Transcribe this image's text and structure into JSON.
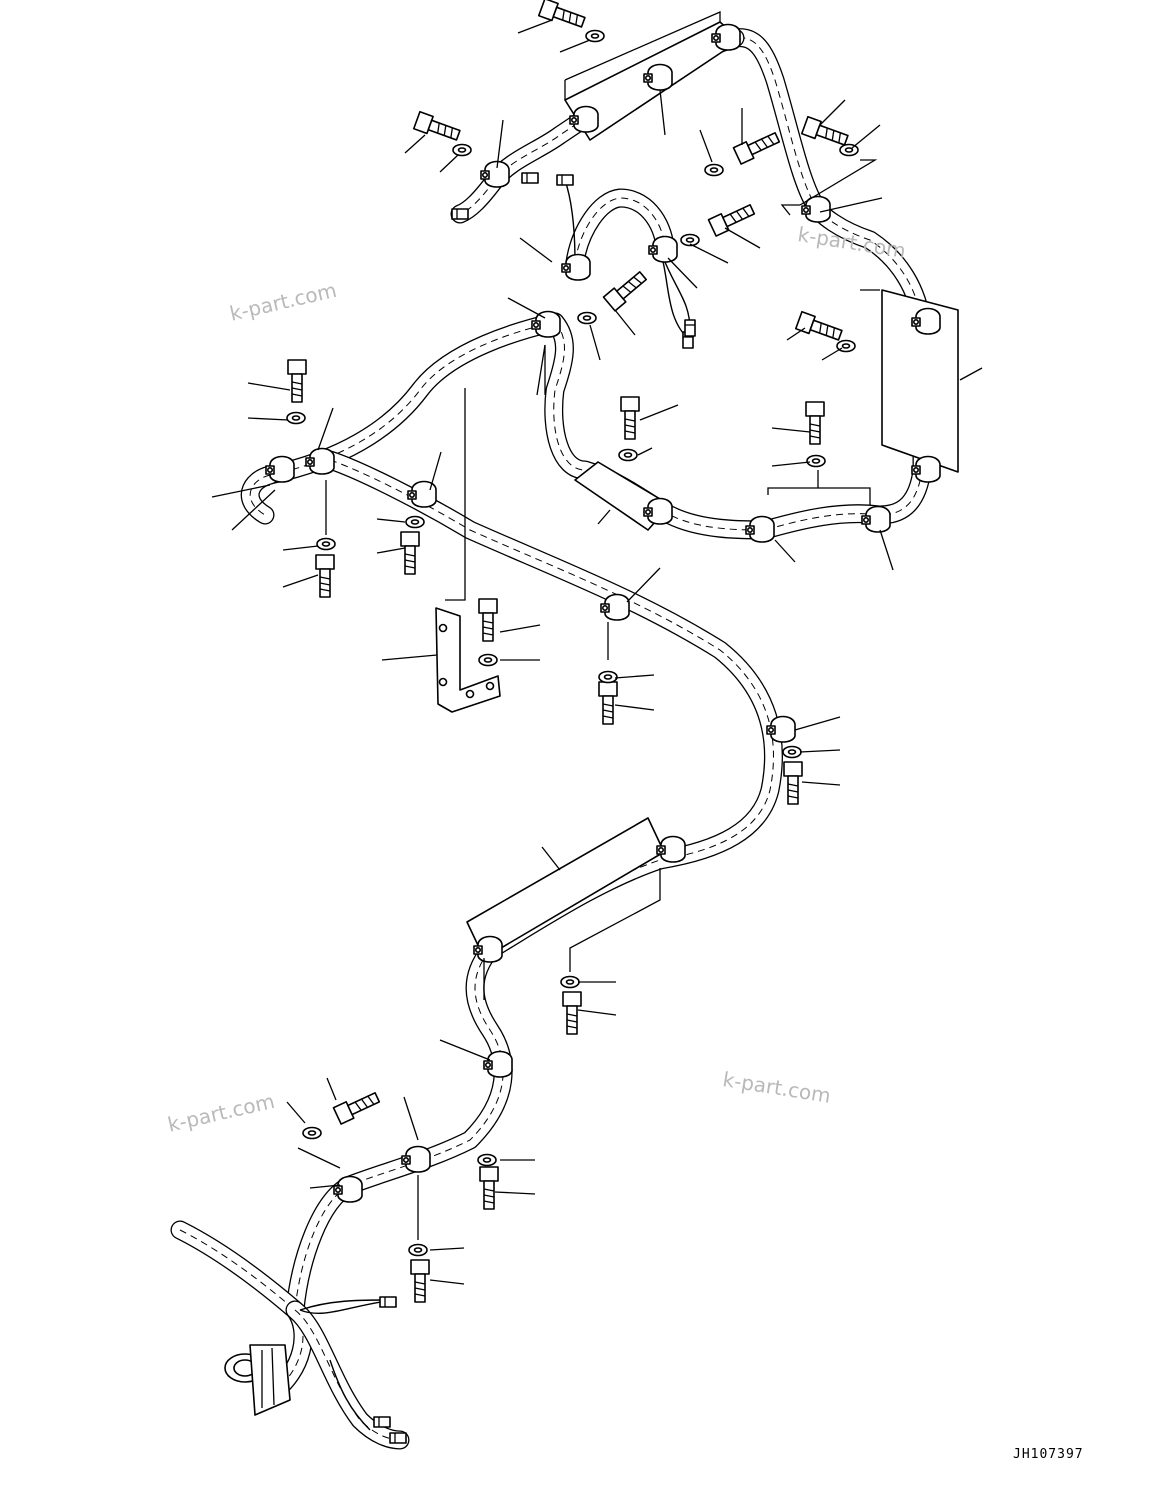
{
  "drawing_code": "JH107397",
  "watermarks": [
    "k-part.com",
    "k-part.com",
    "k-part.com",
    "k-part.com"
  ],
  "colors": {
    "line": "#000000",
    "background": "#ffffff",
    "watermark": "#b9b9b9"
  }
}
